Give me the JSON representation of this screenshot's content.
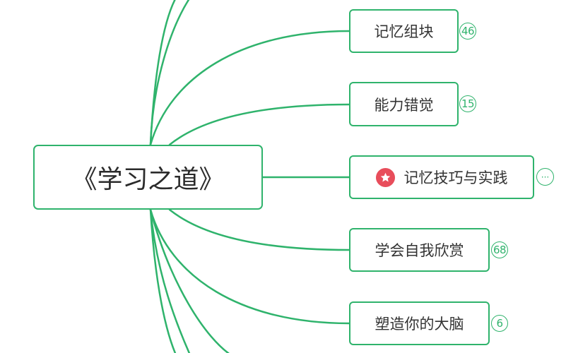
{
  "root": {
    "label": "《学习之道》"
  },
  "branches": [
    {
      "label": "记忆组块",
      "badge": "46"
    },
    {
      "label": "能力错觉",
      "badge": "15"
    },
    {
      "label": "记忆技巧与实践",
      "icon": "star-icon",
      "more": "···"
    },
    {
      "label": "学会自我欣赏",
      "badge": "68"
    },
    {
      "label": "塑造你的大脑",
      "badge": "6"
    }
  ],
  "colors": {
    "line": "#2fb36c",
    "star": "#e84d5b"
  }
}
